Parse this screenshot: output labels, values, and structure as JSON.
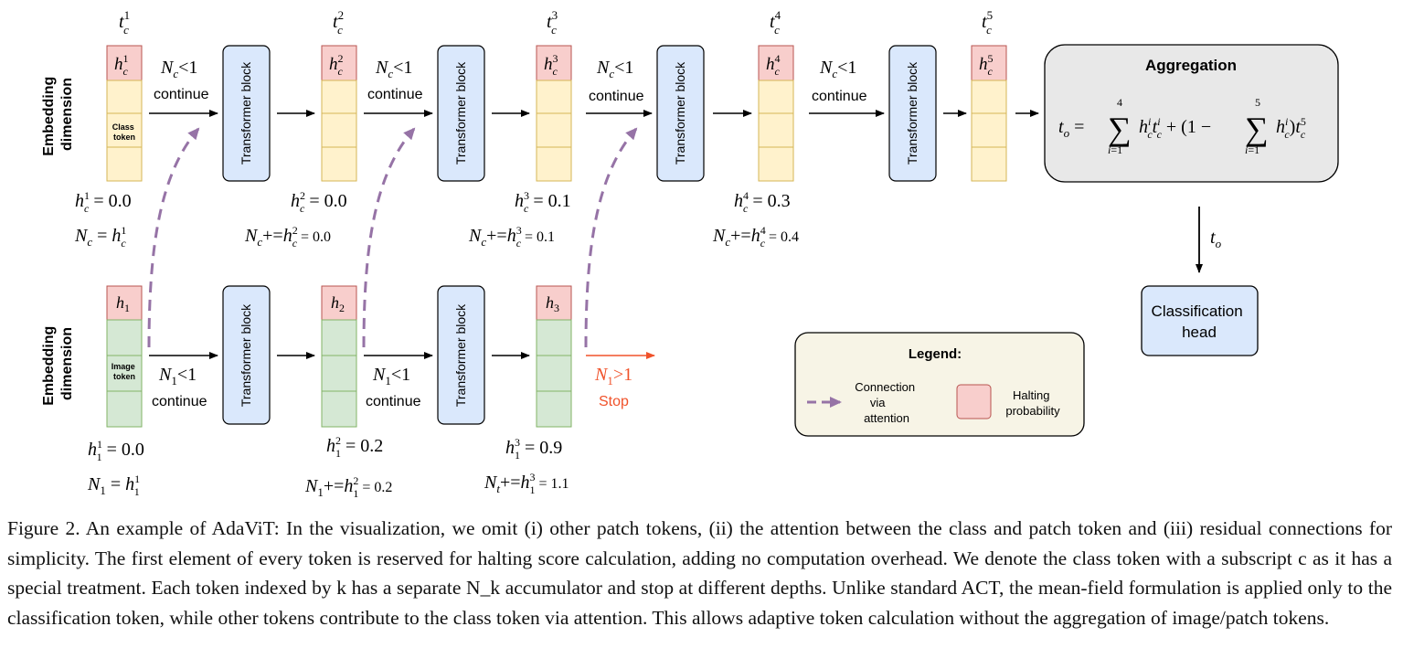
{
  "labels": {
    "embedding_dimension": [
      "Embedding",
      "dimension"
    ],
    "transformer_block": "Transformer block",
    "class_token": [
      "Class",
      "token"
    ],
    "image_token": [
      "Image",
      "token"
    ],
    "continue": "continue",
    "stop": "Stop",
    "aggregation_title": "Aggregation",
    "aggregation_formula": "t_o = Σ_{i=1}^{4} h_c^i t_c^i + (1 − Σ_{i=1}^{5} h_c^i) t_c^5",
    "t_o": "t_o",
    "classification_head": [
      "Classification",
      "head"
    ],
    "legend_title": "Legend:",
    "legend_connection": [
      "Connection",
      "via",
      "attention"
    ],
    "legend_halting": [
      "Halting",
      "probability"
    ]
  },
  "class_row": {
    "time_labels": [
      "t_c^1",
      "t_c^2",
      "t_c^3",
      "t_c^4",
      "t_c^5"
    ],
    "halting_cells": [
      "h_c^1",
      "h_c^2",
      "h_c^3",
      "h_c^4",
      "h_c^5"
    ],
    "conditions": [
      "N_c<1",
      "N_c<1",
      "N_c<1",
      "N_c<1"
    ],
    "h_values": [
      "h_c^1 = 0.0",
      "h_c^2 = 0.0",
      "h_c^3 = 0.1",
      "h_c^4 = 0.3"
    ],
    "n_updates": [
      "N_c = h_c^1",
      "N_c+=h_c^2 = 0.0",
      "N_c+=h_c^3 = 0.1",
      "N_c+=h_c^4 = 0.4"
    ]
  },
  "image_row": {
    "halting_cells": [
      "h_1",
      "h_2",
      "h_3"
    ],
    "conditions": [
      "N_1<1",
      "N_1<1"
    ],
    "stop_condition": "N_1>1",
    "h_values": [
      "h_1^1 = 0.0",
      "h_1^2 = 0.2",
      "h_1^3 = 0.9"
    ],
    "n_updates": [
      "N_1 = h_1^1",
      "N_1+=h_1^2 = 0.2",
      "N_t+=h_1^3 = 1.1"
    ]
  },
  "colors": {
    "halting": "#f8cecc",
    "halting_border": "#b85450",
    "class_token": "#fff2cc",
    "class_border": "#d6b656",
    "image_token": "#d5e8d4",
    "image_border": "#82b366",
    "block": "#dae8fc",
    "aggregation": "#e8e8e8",
    "legend": "#f7f4e6",
    "attention": "#9673a6",
    "stop": "#f0522a"
  },
  "caption": "Figure 2. An example of AdaViT: In the visualization, we omit (i) other patch tokens, (ii) the attention between the class and patch token and (iii) residual connections for simplicity. The first element of every token is reserved for halting score calculation, adding no computation overhead. We denote the class token with a subscript c as it has a special treatment. Each token indexed by k has a separate N_k accumulator and stop at different depths. Unlike standard ACT, the mean-field formulation is applied only to the classification token, while other tokens contribute to the class token via attention. This allows adaptive token calculation without the aggregation of image/patch tokens."
}
